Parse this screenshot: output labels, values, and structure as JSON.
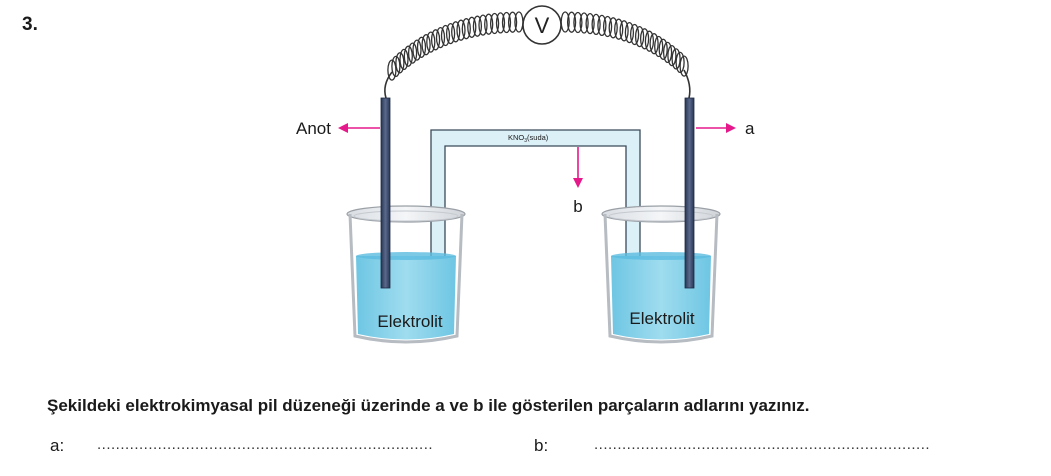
{
  "question_number": "3.",
  "diagram": {
    "voltmeter_symbol": "V",
    "salt_bridge_label_main": "KNO",
    "salt_bridge_label_sub": "3",
    "salt_bridge_label_state": "(suda)",
    "left_arrow_label": "Anot",
    "right_arrow_label": "a",
    "bridge_arrow_label": "b",
    "left_beaker_label": "Elektrolit",
    "right_beaker_label": "Elektrolit",
    "colors": {
      "electrolyte": "#7ecfe8",
      "electrode": "#2f3d5e",
      "arrow": "#e6198a",
      "salt_bridge": "#d8eef5"
    }
  },
  "question_text": "Şekildeki elektrokimyasal pil düzeneği üzerinde a ve b ile gösterilen parçaların adlarını yazınız.",
  "answers": {
    "a_label": "a:",
    "a_blank": "........................................................................",
    "b_label": "b:",
    "b_blank": "........................................................................"
  }
}
